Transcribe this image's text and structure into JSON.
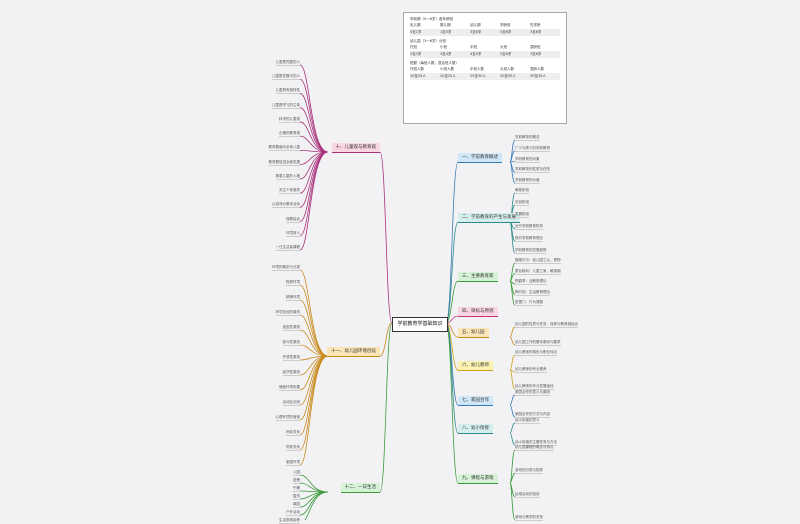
{
  "center": "学前教育学基础知识",
  "table": [
    {
      "title": "学前期（0～6岁）各年龄段",
      "head": [
        "乳儿期",
        "婴儿期",
        "幼儿期",
        "学龄前",
        "先学龄"
      ],
      "row": [
        "0至1岁",
        "1至3岁",
        "3至6岁",
        "0至6岁",
        "3至6岁"
      ]
    },
    {
      "title": "幼儿园（3～6岁）分班",
      "head": [
        "托班",
        "小班",
        "中班",
        "大班",
        "混龄班"
      ],
      "row": [
        "2至3岁",
        "3至4岁",
        "4至5岁",
        "5至6岁",
        "3至6岁"
      ]
    },
    {
      "title": "班额（每班人数，混合班人数）",
      "head": [
        "托班人数",
        "小班人数",
        "中班人数",
        "大班人数",
        "混龄人数"
      ],
      "row": [
        "20至25人",
        "20至25人",
        "25至30人",
        "30至35人",
        "30至35人"
      ]
    }
  ],
  "right_branches": [
    {
      "label": "一、学前教育概述",
      "color": "#cfe6f7",
      "line": "#3a78b5",
      "leaves": [
        "学前教育的概念",
        "广义与狭义的学前教育",
        "学前教育的对象",
        "学前教育的性质与任务",
        "学前教育的价值"
      ]
    },
    {
      "label": "二、学前教育的产生与发展",
      "color": "#d4eeee",
      "line": "#2d8a8a",
      "leaves": [
        "萌芽阶段",
        "初创阶段",
        "发展阶段",
        "近代学前教育机构",
        "现代学前教育理论",
        "学前教育的发展趋势"
      ]
    },
    {
      "label": "三、主要教育家",
      "color": "#d6f2d6",
      "line": "#3a9a3a",
      "leaves": [
        "福禄贝尔：幼儿园之父，恩物",
        "蒙台梭利：儿童之家，敏感期",
        "陈鹤琴：活教育理论",
        "陶行知：生活教育理论",
        "张雪门：行为课程"
      ]
    },
    {
      "label": "四、目标与原则",
      "color": "#f9d6e2",
      "line": "#c0397a",
      "leaves": []
    },
    {
      "label": "五、幼儿园",
      "color": "#fbe6b8",
      "line": "#c98a1a",
      "leaves": [
        "幼儿园的性质与任务，保育与教育相结合",
        "幼儿园工作的基本原则与要求"
      ]
    },
    {
      "label": "六、幼儿教师",
      "color": "#fbf2b0",
      "line": "#c9a51a",
      "leaves": [
        "幼儿教师的角色与职业特点",
        "幼儿教师的专业素养",
        "幼儿教师的专业发展途径"
      ]
    },
    {
      "label": "七、家园合作",
      "color": "#cfe6f7",
      "line": "#3a78b5",
      "leaves": [
        "家园合作的意义与原则",
        "家园合作的方式与内容"
      ]
    },
    {
      "label": "八、幼小衔接",
      "color": "#d4eeee",
      "line": "#2d8a8a",
      "leaves": [
        "幼小衔接的意义",
        "幼小衔接的主要任务与方法"
      ]
    },
    {
      "label": "九、课程与游戏",
      "color": "#d6f2d6",
      "line": "#3a9a3a",
      "leaves": [
        "幼儿园课程的概念与特点",
        "游戏的分类与指导",
        "区域活动的创设",
        "游戏与教学的关系"
      ]
    }
  ],
  "left_branches": [
    {
      "label": "十、儿童观与教育观",
      "color": "#f9d6e2",
      "line": "#a8307a",
      "leaves": [
        "儿童是完整的人",
        "儿童是发展中的人",
        "儿童具有独特性",
        "儿童是学习的主体",
        "科学的儿童观",
        "正确的教育观",
        "教育要面向全体儿童",
        "教育要促进全面发展",
        "尊重儿童的人格",
        "关注个体差异",
        "以游戏为基本活动",
        "保教结合",
        "环境育人",
        "一日生活皆课程"
      ]
    },
    {
      "label": "十一、幼儿园环境创设",
      "color": "#fbe6b8",
      "line": "#c98a1a",
      "leaves": [
        "环境的概念与分类",
        "物质环境",
        "精神环境",
        "环境创设的原则",
        "适宜性原则",
        "参与性原则",
        "开放性原则",
        "经济性原则",
        "墙面环境布置",
        "活动区创设",
        "心理环境的营造",
        "师幼关系",
        "同伴关系",
        "家园环境"
      ]
    },
    {
      "label": "十二、一日生活",
      "color": "#d6f2d6",
      "line": "#3a9a3a",
      "leaves": [
        "入园",
        "进餐",
        "午睡",
        "盥洗",
        "离园",
        "户外活动",
        "生活常规培养"
      ]
    }
  ]
}
